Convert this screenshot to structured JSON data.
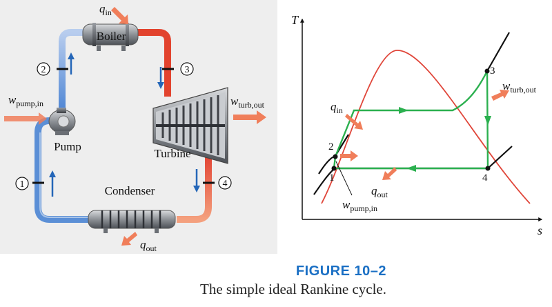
{
  "colors": {
    "hot_pipe": "#e2432e",
    "hot_pipe_light": "#f08a6a",
    "cold_pipe": "#5b8fd6",
    "cold_pipe_light": "#a9c4e8",
    "flow_arrow": "#2466b8",
    "heat_arrow": "#f07e5a",
    "dome": "#e0463a",
    "cycle": "#2bb04f",
    "isobar": "#111111",
    "panel_bg": "#eeeeee",
    "title_blue": "#1a6fc4"
  },
  "schematic": {
    "boiler_label": "Boiler",
    "pump_label": "Pump",
    "turbine_label": "Turbine",
    "condenser_label": "Condenser",
    "state_labels": [
      "1",
      "2",
      "3",
      "4"
    ],
    "heat_in": {
      "sym": "q",
      "sub": "in"
    },
    "heat_out": {
      "sym": "q",
      "sub": "out"
    },
    "work_pump": {
      "sym": "w",
      "sub": "pump,in"
    },
    "work_turbine": {
      "sym": "w",
      "sub": "turb,out"
    }
  },
  "ts_diagram": {
    "y_axis_label": "T",
    "x_axis_label": "s",
    "point_labels": [
      "1",
      "2",
      "3",
      "4"
    ],
    "heat_in": {
      "sym": "q",
      "sub": "in"
    },
    "heat_out": {
      "sym": "q",
      "sub": "out"
    },
    "work_pump": {
      "sym": "w",
      "sub": "pump,in"
    },
    "work_turbine": {
      "sym": "w",
      "sub": "turb,out"
    }
  },
  "caption": {
    "title": "FIGURE 10–2",
    "text": "The simple ideal Rankine cycle."
  }
}
